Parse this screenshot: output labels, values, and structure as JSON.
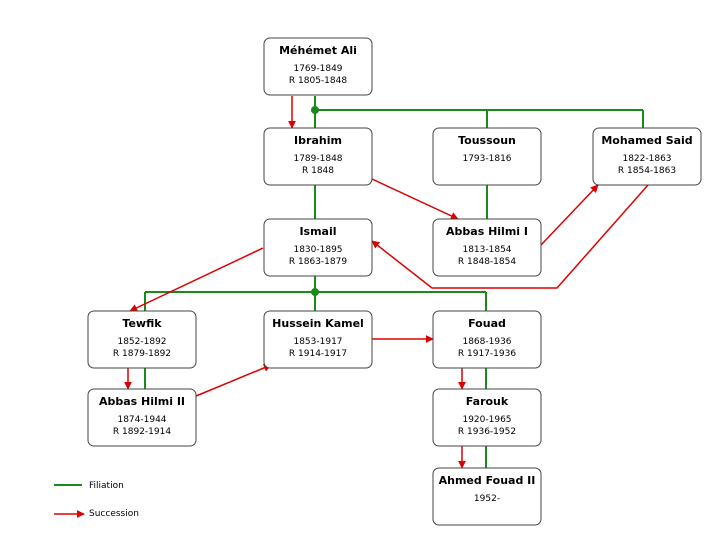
{
  "nodes": [
    {
      "id": "mehemet-ali",
      "name": "Méhémet Ali",
      "lines": [
        "1769-1849",
        "R 1805-1848"
      ]
    },
    {
      "id": "ibrahim",
      "name": "Ibrahim",
      "lines": [
        "1789-1848",
        "R 1848"
      ]
    },
    {
      "id": "toussoun",
      "name": "Toussoun",
      "lines": [
        "1793-1816"
      ]
    },
    {
      "id": "mohamed-said",
      "name": "Mohamed Said",
      "lines": [
        "1822-1863",
        "R 1854-1863"
      ]
    },
    {
      "id": "ismail",
      "name": "Ismail",
      "lines": [
        "1830-1895",
        "R 1863-1879"
      ]
    },
    {
      "id": "abbas-hilmi-i",
      "name": "Abbas Hilmi I",
      "lines": [
        "1813-1854",
        "R 1848-1854"
      ]
    },
    {
      "id": "tewfik",
      "name": "Tewfik",
      "lines": [
        "1852-1892",
        "R 1879-1892"
      ]
    },
    {
      "id": "hussein-kamel",
      "name": "Hussein Kamel",
      "lines": [
        "1853-1917",
        "R 1914-1917"
      ]
    },
    {
      "id": "fouad",
      "name": "Fouad",
      "lines": [
        "1868-1936",
        "R 1917-1936"
      ]
    },
    {
      "id": "abbas-hilmi-ii",
      "name": "Abbas Hilmi II",
      "lines": [
        "1874-1944",
        "R 1892-1914"
      ]
    },
    {
      "id": "farouk",
      "name": "Farouk",
      "lines": [
        "1920-1965",
        "R 1936-1952"
      ]
    },
    {
      "id": "ahmed-fouad-ii",
      "name": "Ahmed Fouad II",
      "lines": [
        "1952-"
      ]
    }
  ],
  "filiation": [
    [
      "mehemet-ali",
      "ibrahim"
    ],
    [
      "mehemet-ali",
      "toussoun"
    ],
    [
      "mehemet-ali",
      "mohamed-said"
    ],
    [
      "ibrahim",
      "ismail"
    ],
    [
      "toussoun",
      "abbas-hilmi-i"
    ],
    [
      "ismail",
      "tewfik"
    ],
    [
      "ismail",
      "hussein-kamel"
    ],
    [
      "ismail",
      "fouad"
    ],
    [
      "tewfik",
      "abbas-hilmi-ii"
    ],
    [
      "fouad",
      "farouk"
    ],
    [
      "farouk",
      "ahmed-fouad-ii"
    ]
  ],
  "succession": [
    [
      "mehemet-ali",
      "ibrahim"
    ],
    [
      "ibrahim",
      "abbas-hilmi-i"
    ],
    [
      "abbas-hilmi-i",
      "mohamed-said"
    ],
    [
      "mohamed-said",
      "ismail"
    ],
    [
      "ismail",
      "tewfik"
    ],
    [
      "tewfik",
      "abbas-hilmi-ii"
    ],
    [
      "abbas-hilmi-ii",
      "hussein-kamel"
    ],
    [
      "hussein-kamel",
      "fouad"
    ],
    [
      "fouad",
      "farouk"
    ],
    [
      "farouk",
      "ahmed-fouad-ii"
    ]
  ],
  "legend": {
    "filiation_label": "Filiation",
    "succession_label": "Succession"
  },
  "colors": {
    "filiation": "#1a8a1a",
    "succession": "#dd0000"
  }
}
